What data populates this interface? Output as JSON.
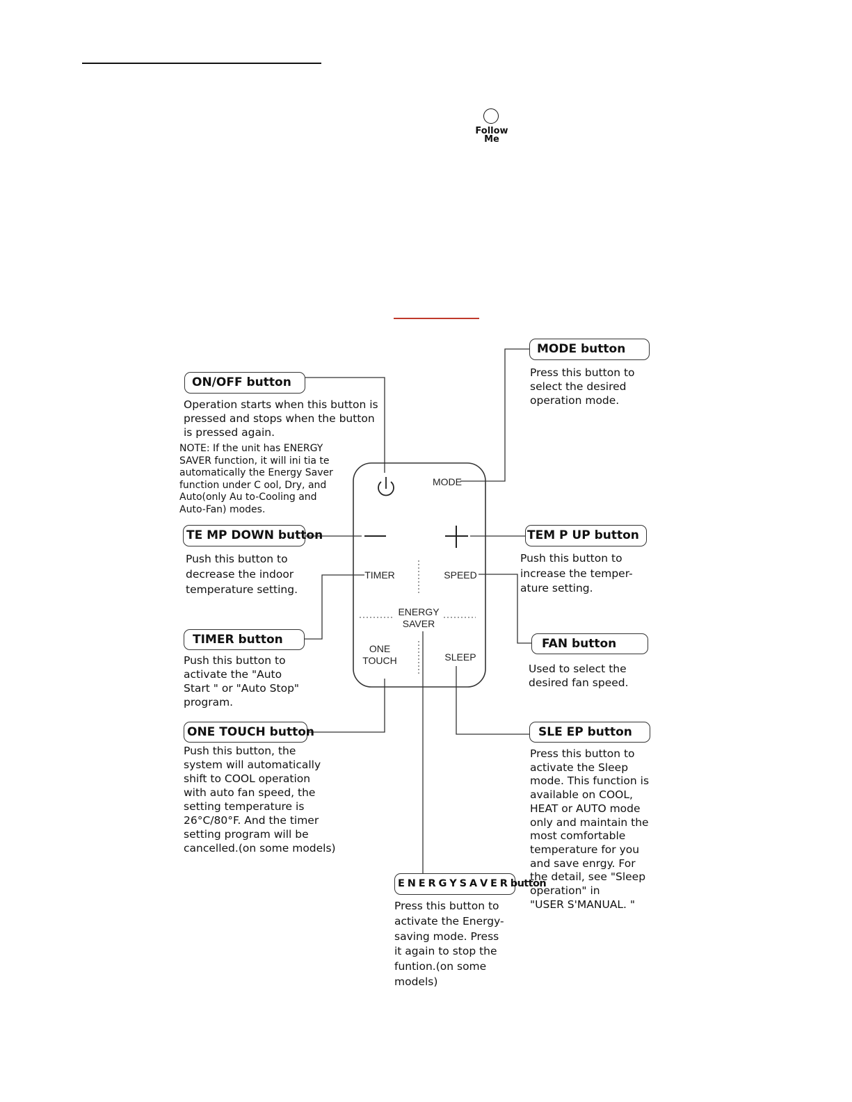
{
  "follow_me": {
    "label_1": "Follow",
    "label_2": "Me"
  },
  "remote": {
    "mode": "MODE",
    "timer": "TIMER",
    "speed": "SPEED",
    "energy_saver_1": "ENERGY",
    "energy_saver_2": "SAVER",
    "one_touch": "ONE\nTOUCH",
    "sleep": "SLEEP"
  },
  "callouts": {
    "mode": {
      "title": "MODE button",
      "desc": "Press this button to\nselect the desired\noperation mode."
    },
    "onoff": {
      "title": "ON/OFF button",
      "desc": "Operation starts when this button is\npressed and stops when the button\nis pressed again.",
      "note": "NOTE: If the    unit has ENERGY\nSAVER function,    it will ini tia te\n automatically the Energy  Saver\nfunction under   C ool, Dry, and\n Auto(only Au to-Cooling and\nAuto-Fan) modes."
    },
    "temp_down": {
      "title": "TE MP DOWN  button",
      "desc": "Push this button to\ndecrease the indoor\ntemperature setting."
    },
    "temp_up": {
      "title": "TEM P UP button",
      "desc": "Push this button to\nincrease the temper-\nature setting."
    },
    "timer": {
      "title": "TIMER  button",
      "desc": "Push this button  to\nactivate the  \"Auto\nStart \" or \"Auto Stop\"\nprogram."
    },
    "fan": {
      "title": "FAN  button",
      "desc": "Used to select the\ndesired fan speed."
    },
    "one_touch": {
      "title": "ONE TOUCH button",
      "desc": "Push this  button, the\nsystem will  automatically\nshift to COOL operation\nwith auto fan speed,  the\nsetting temperature  is\n26°C/80°F. And the timer\nsetting program  will be\ncancelled.(on some models)"
    },
    "sleep": {
      "title": "SLE EP button",
      "desc": "Press this button to\nactivate the Sleep\nmode. This function is\navailable on COOL,\nHEAT or   AUTO mode\nonly and maintain the\nmost comfortable\ntemperature for you\nand save enrgy. For\nthe detail, see  \"Sleep\noperation\" in\n\"USER S'MANUAL.    \""
    },
    "energy_saver": {
      "title": "E N E R G Y S A V E R button",
      "desc": "Press this button to\nactivate the Energy-\nsaving mode. Press\nit again to stop the\nfuntion.(on some\nmodels)"
    }
  },
  "colors": {
    "red_rule": "#c0392b"
  }
}
